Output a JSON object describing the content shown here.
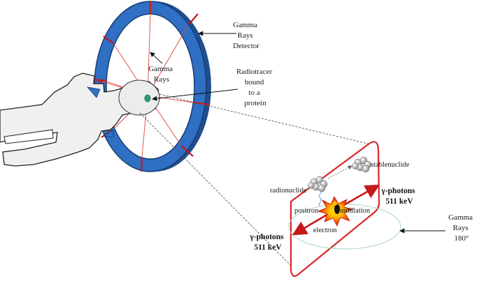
{
  "labels": {
    "detector": [
      "Gamma",
      "Rays",
      "Detector"
    ],
    "gamma_rays": [
      "Gamma",
      "Rays"
    ],
    "radiotracer": [
      "Radiotracer",
      "bound",
      "to a",
      "protein"
    ],
    "stablenuclide": "stablenuclide",
    "radionuclide": "radionuclide",
    "positron": "positron",
    "annihilation": "annihilation",
    "electron": "electron",
    "photons_right": [
      "γ-photons",
      "511 keV"
    ],
    "photons_left": [
      "γ-photons",
      "511 keV"
    ],
    "gamma_180": [
      "Gamma",
      "Rays",
      "180°"
    ]
  },
  "colors": {
    "ring_blue": "#2f6fc4",
    "ring_dark": "#1f4f8f",
    "segment_red": "#d01818",
    "ray_red": "#e23b3b",
    "panel_border": "#d9262a",
    "body_gray": "#f0f0f0",
    "ellipse_green": "#a8d8c8"
  }
}
